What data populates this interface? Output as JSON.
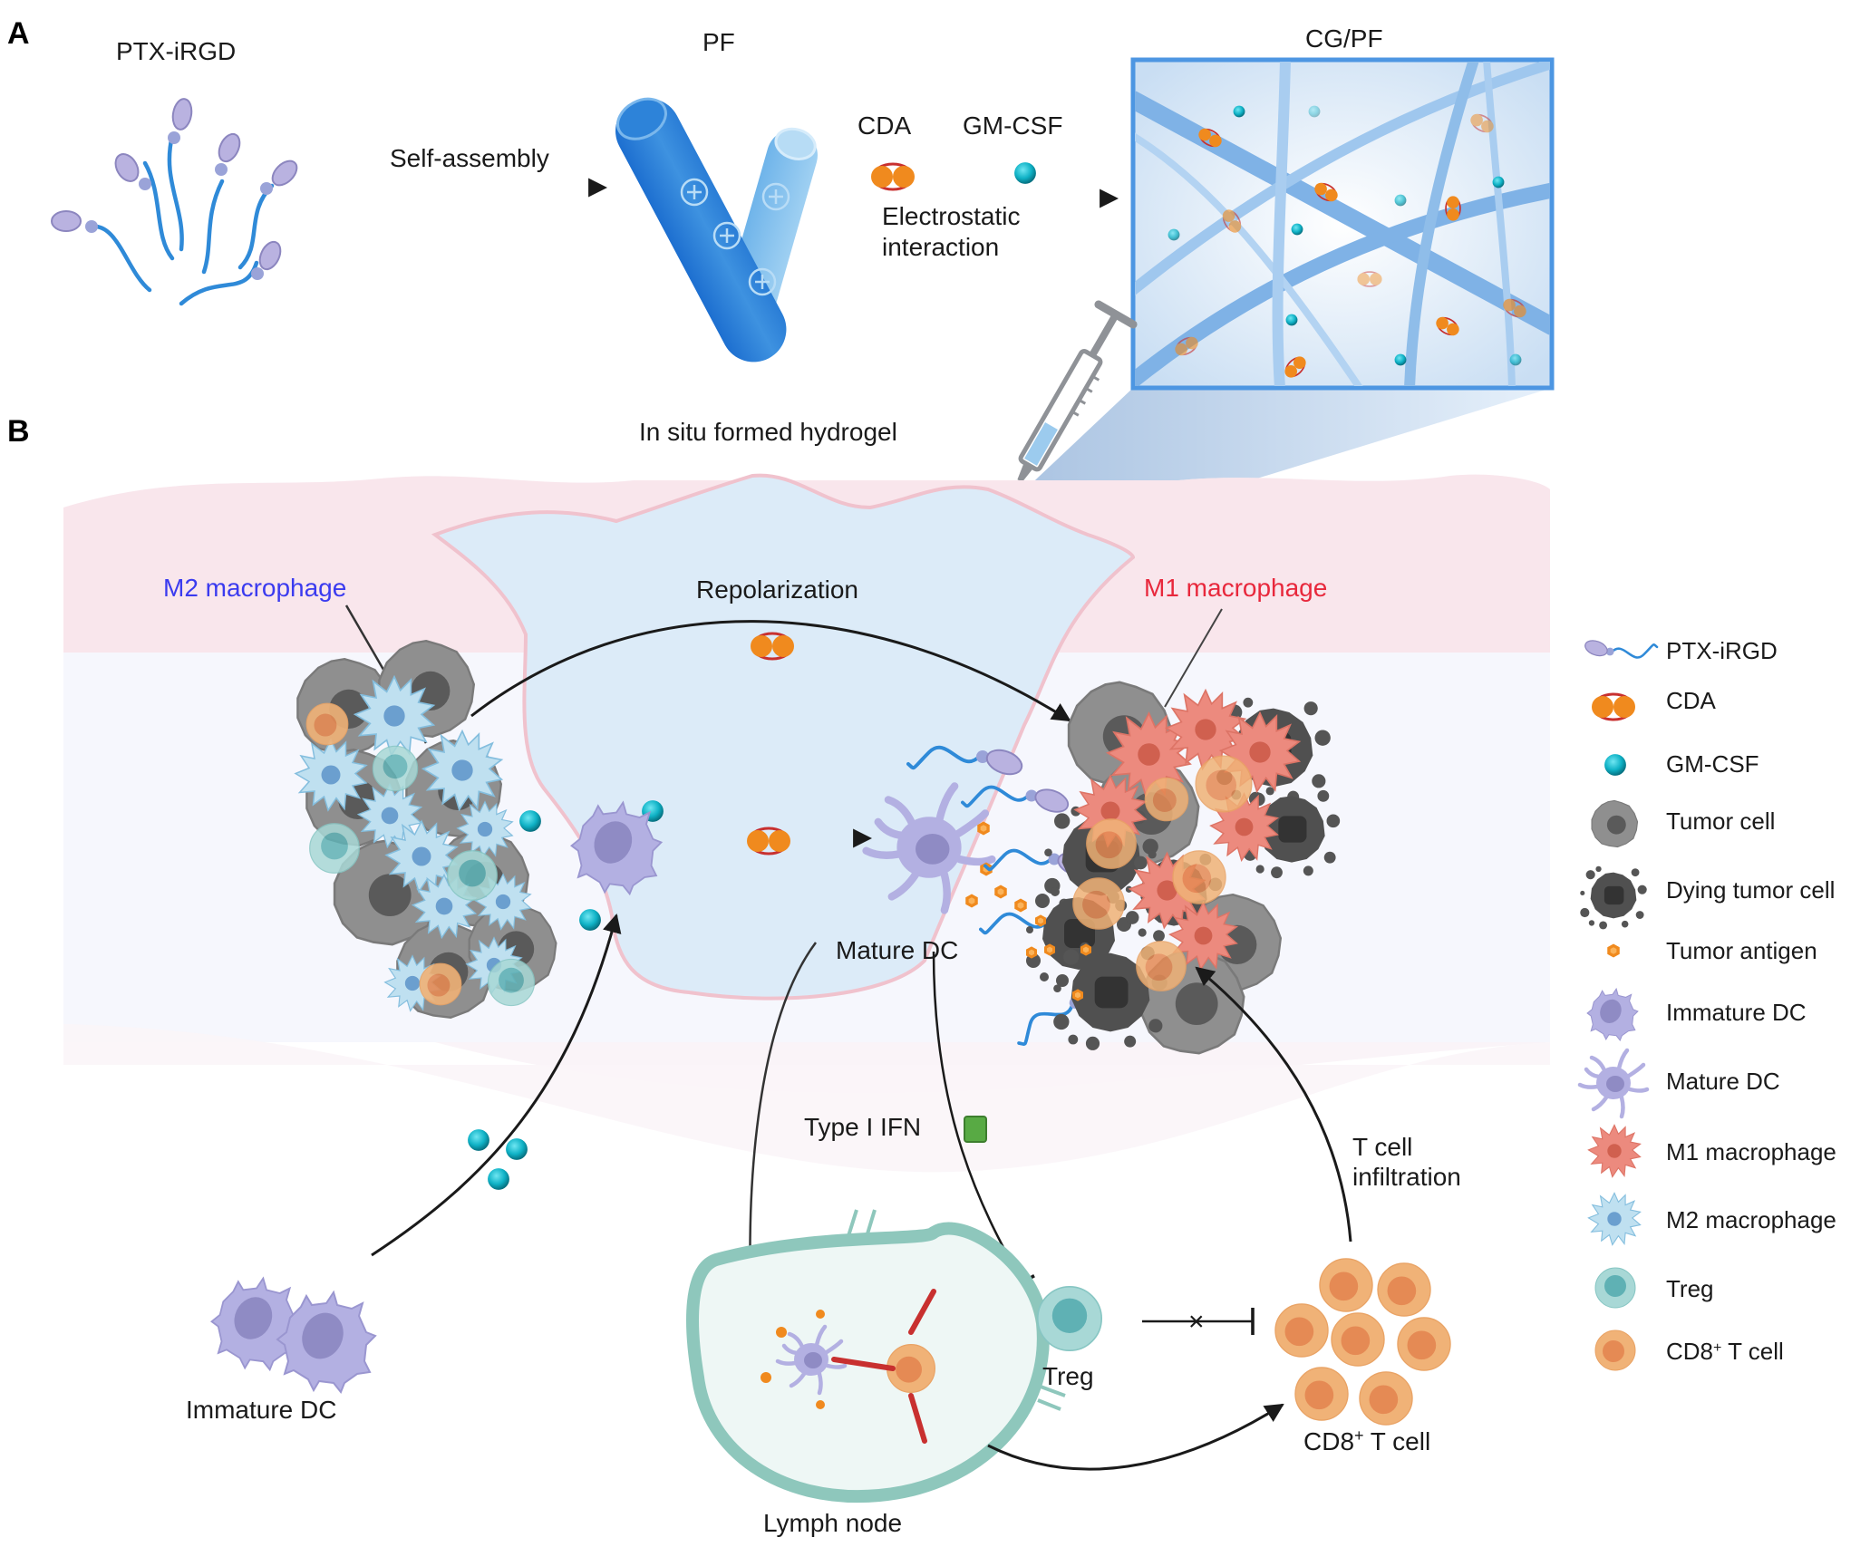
{
  "panels": {
    "a": "A",
    "b": "B"
  },
  "panel_a": {
    "ptx_irgd_title": "PTX-iRGD",
    "pf_title": "PF",
    "cgpf_title": "CG/PF",
    "self_assembly": "Self-assembly",
    "cda": "CDA",
    "gmcsf": "GM-CSF",
    "electrostatic_line1": "Electrostatic",
    "electrostatic_line2": "interaction",
    "charge_symbol": "+"
  },
  "panel_b": {
    "hydrogel": "In situ formed hydrogel",
    "m2_label": "M2 macrophage",
    "m1_label": "M1 macrophage",
    "repolarization": "Repolarization",
    "mature_dc": "Mature DC",
    "immature_dc": "Immature DC",
    "type_i_ifn": "Type I IFN",
    "t_cell_line1": "T cell",
    "t_cell_line2": "infiltration",
    "treg": "Treg",
    "cd8_prefix": "CD8",
    "cd8_sup": "+",
    "cd8_suffix": " T cell",
    "lymph_node": "Lymph node",
    "inhibit_mark": "×"
  },
  "legend": {
    "items": [
      {
        "key": "ptx-irgd",
        "label": "PTX-iRGD"
      },
      {
        "key": "cda",
        "label": "CDA"
      },
      {
        "key": "gm-csf",
        "label": "GM-CSF"
      },
      {
        "key": "tumor-cell",
        "label": "Tumor cell"
      },
      {
        "key": "dying-tumor-cell",
        "label": "Dying tumor cell"
      },
      {
        "key": "tumor-antigen",
        "label": "Tumor antigen"
      },
      {
        "key": "immature-dc",
        "label": "Immature DC"
      },
      {
        "key": "mature-dc",
        "label": "Mature DC"
      },
      {
        "key": "m1-macrophage",
        "label": "M1 macrophage"
      },
      {
        "key": "m2-macrophage",
        "label": "M2 macrophage"
      },
      {
        "key": "treg",
        "label": "Treg"
      },
      {
        "key": "cd8-t-cell",
        "label": "CD8",
        "sup": "+",
        "suffix": " T cell"
      }
    ]
  },
  "colors": {
    "m2_label": "#3b3bef",
    "m1_label": "#e8283c",
    "fiber_blue": "#3f8fd9",
    "cda_orange": "#f08a1e",
    "cda_ring": "#c8302f",
    "gmcsf_teal": "#0fb2c6",
    "hydrogel": "#dcebf8",
    "tissue_pink": "#f8e3ea",
    "dc_purple": "#b3b0e2",
    "m1_red": "#ec8a7e",
    "m2_blue": "#bfe0f0",
    "treg_teal": "#a8d8d6",
    "cd8_orange": "#f0b277",
    "ifn_green": "#58aa44",
    "lymph_node": "#8ec7bc"
  }
}
